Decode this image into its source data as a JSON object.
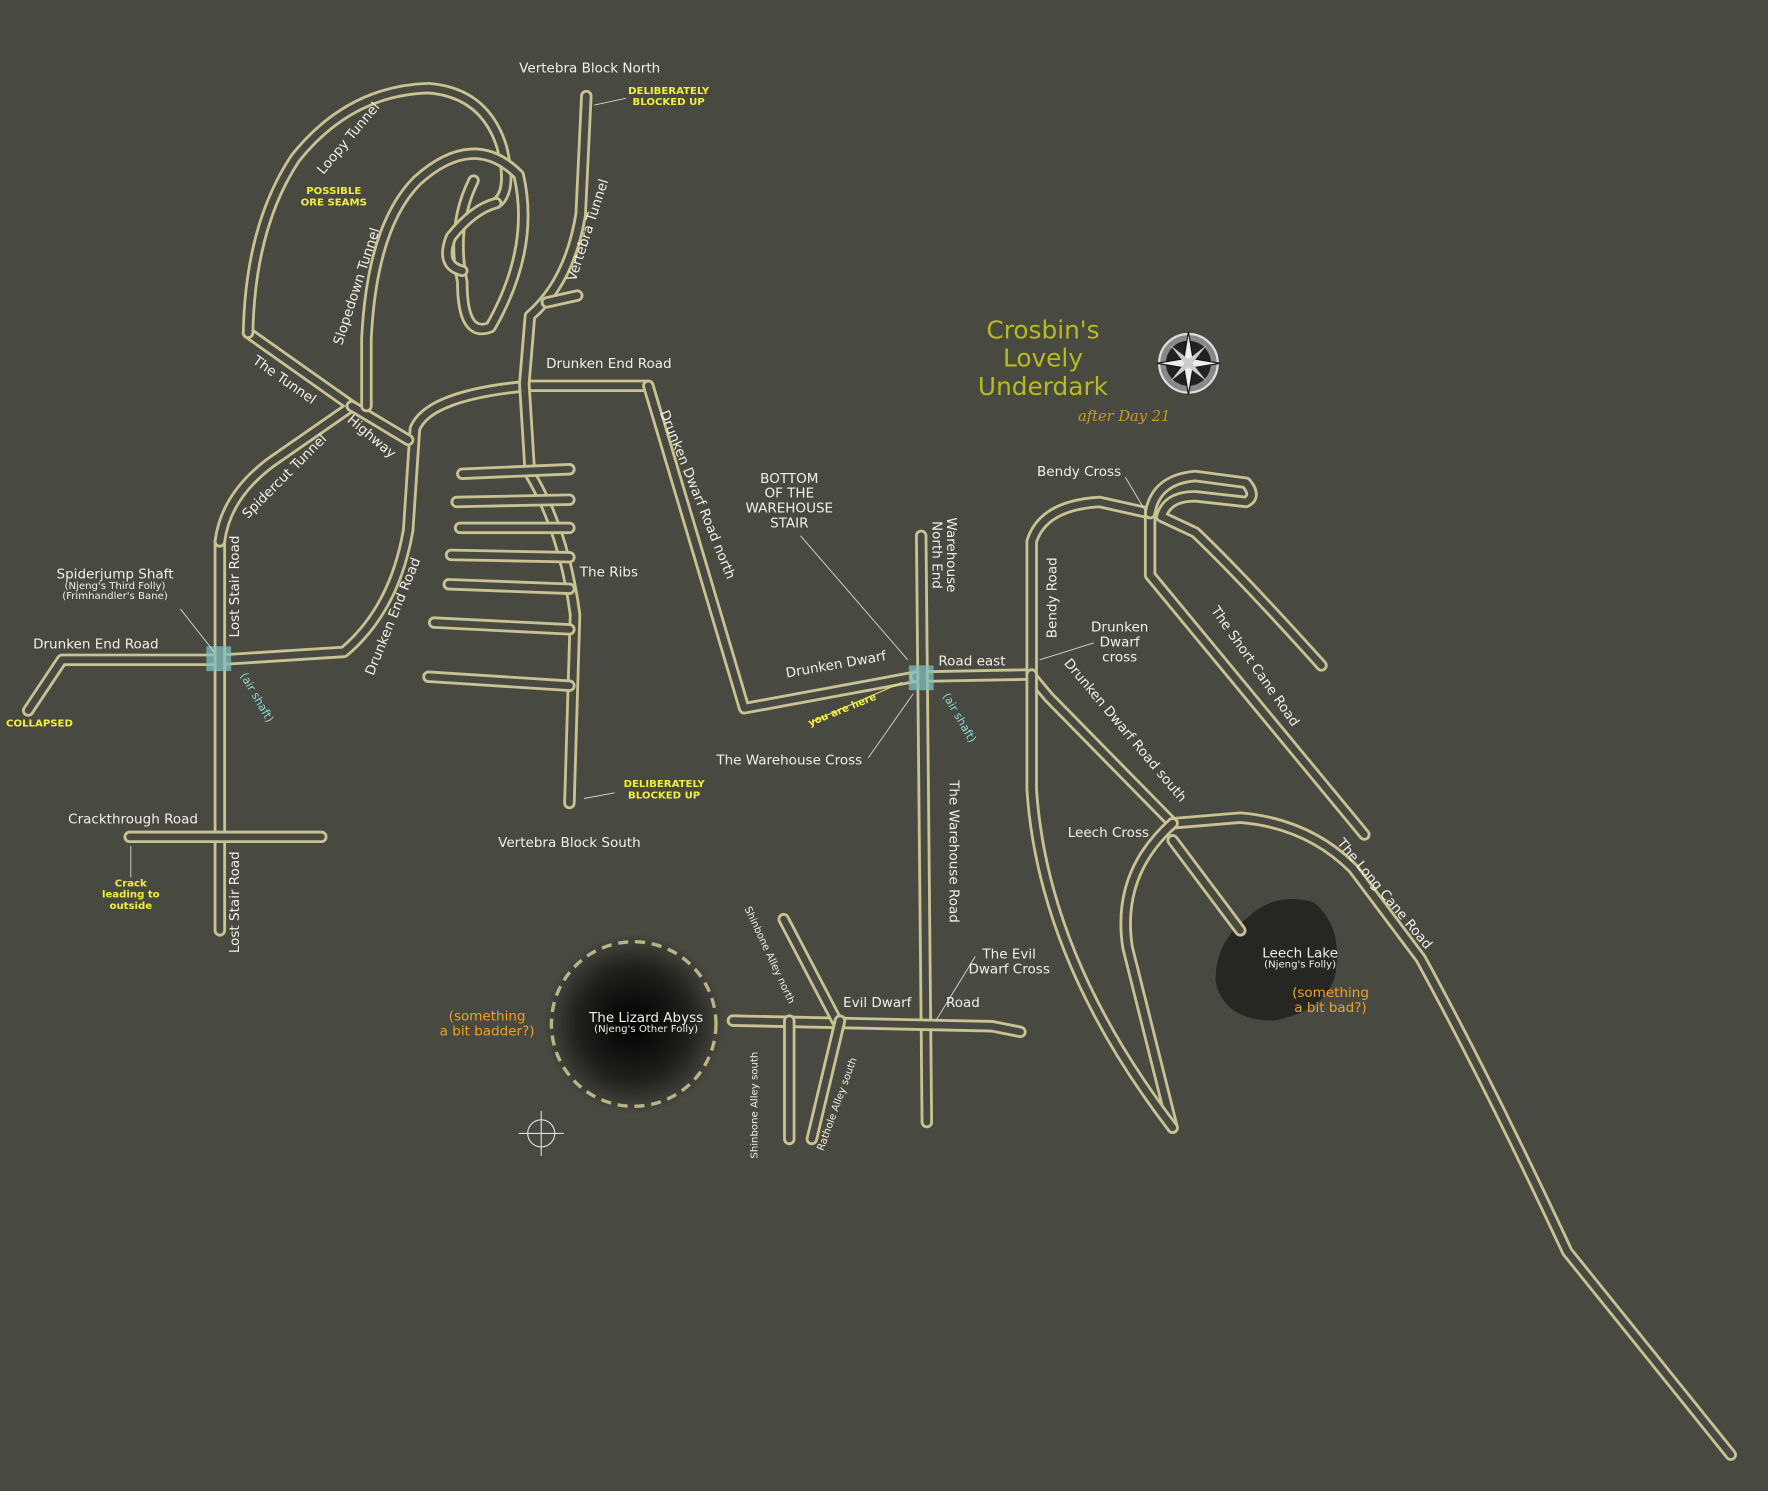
{
  "title": {
    "line1": "Crosbin's",
    "line2": "Lovely",
    "line3": "Underdark",
    "subtitle": "after Day 21"
  },
  "colors": {
    "background": "#484941",
    "road": "#c9c293",
    "label": "#f2f0e6",
    "note": "#f0ee3a",
    "warning": "#f0a020",
    "shaft": "#7fbfbf"
  },
  "labels": {
    "vertebra_north": "Vertebra Block North",
    "blocked_north": [
      "DELIBERATELY",
      "BLOCKED UP"
    ],
    "loopy": "Loopy Tunnel",
    "ore": [
      "POSSIBLE",
      "ORE SEAMS"
    ],
    "slopedown": "Slopedown Tunnel",
    "vertebra_tunnel": "Vertebra Tunnel",
    "drunken_end_north": "Drunken End Road",
    "the_tunnel": "The Tunnel",
    "highway": "Highway",
    "spidercut": "Spidercut Tunnel",
    "dd_north": "Drunken Dwarf Road north",
    "bottom_stair": [
      "BOTTOM",
      "OF THE",
      "WAREHOUSE",
      "STAIR"
    ],
    "warehouse_north": [
      "Warehouse",
      "North End"
    ],
    "ribs": "The Ribs",
    "spiderjump": [
      "Spiderjump Shaft",
      "(Njeng's Third Folly)",
      "(Frimhandler's Bane)"
    ],
    "drunken_end_west": "Drunken End Road",
    "lost_stair_n": "Lost Stair Road",
    "air_shaft_1": "(air shaft)",
    "collapsed": "COLLAPSED",
    "drunken_end_diag": "Drunken End Road",
    "dd_label": "Drunken Dwarf",
    "road_east": "Road east",
    "you_are_here": "you are here",
    "air_shaft_2": "(air shaft)",
    "warehouse_cross": "The Warehouse Cross",
    "blocked_south": [
      "DELIBERATELY",
      "BLOCKED UP"
    ],
    "vertebra_south": "Vertebra Block South",
    "crackthrough": "Crackthrough Road",
    "crack": [
      "Crack",
      "leading to",
      "outside"
    ],
    "lost_stair_s": "Lost Stair Road",
    "bendy_cross": "Bendy Cross",
    "bendy_road": "Bendy Road",
    "dd_cross": [
      "Drunken",
      "Dwarf",
      "cross"
    ],
    "dd_south": "Drunken Dwarf Road south",
    "short_cane": "The Short Cane Road",
    "leech_cross": "Leech Cross",
    "long_cane": "The Long Cane Road",
    "warehouse_road": "The Warehouse Road",
    "evil_cross": [
      "The Evil",
      "Dwarf Cross"
    ],
    "evil_dwarf": "Evil Dwarf",
    "road": "Road",
    "shinbone_n": "Shinbone Alley north",
    "shinbone_s": "Shinbone Alley south",
    "rathole_s": "Rathole Alley south",
    "lizard": [
      "The Lizard Abyss",
      "(Njeng's Other Folly)"
    ],
    "badder": [
      "(something",
      "a bit badder?)"
    ],
    "leech_lake": [
      "Leech Lake",
      "(Njeng's Folly)"
    ],
    "bad": [
      "(something",
      "a bit bad?)"
    ]
  }
}
